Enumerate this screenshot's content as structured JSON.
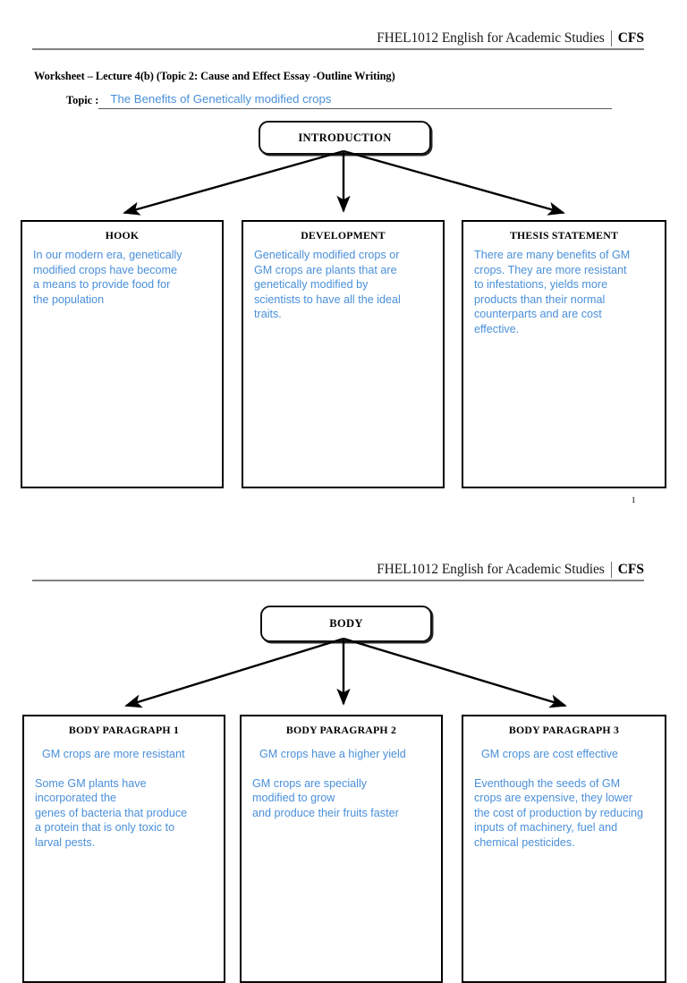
{
  "document": {
    "page_number": "1"
  },
  "header": {
    "course": "FHEL1012 English for Academic Studies",
    "unit": "CFS"
  },
  "worksheet": {
    "title": "Worksheet – Lecture 4(b) (Topic 2: Cause and Effect Essay -Outline Writing)",
    "topic_label": "Topic :",
    "topic_value": "The Benefits of Genetically modified crops"
  },
  "colors": {
    "student_text": "#4a90d9",
    "ink": "#000000",
    "rule": "#808080"
  },
  "section_one": {
    "root_label": "INTRODUCTION",
    "boxes": [
      {
        "title": "HOOK",
        "body": "In our modern era, genetically\nmodified crops have become\na means to provide food for\nthe population"
      },
      {
        "title": "DEVELOPMENT",
        "body": "Genetically modified crops or\nGM crops are plants that are\ngenetically modified by\nscientists to have all the ideal\ntraits."
      },
      {
        "title": "THESIS STATEMENT",
        "body": "There are many benefits of GM\ncrops. They are more resistant\nto infestations, yields more\nproducts than their normal\ncounterparts and are cost\neffective."
      }
    ]
  },
  "section_two": {
    "root_label": "BODY",
    "boxes": [
      {
        "title": "BODY PARAGRAPH 1",
        "topic_sentence": "GM crops are more resistant",
        "body": "Some GM plants have\nincorporated the\ngenes of bacteria that produce\na protein that is only toxic to\nlarval pests."
      },
      {
        "title": "BODY PARAGRAPH 2",
        "topic_sentence": "GM crops have a higher yield",
        "body": "GM crops are specially\nmodified to grow\nand produce their fruits faster"
      },
      {
        "title": "BODY PARAGRAPH 3",
        "topic_sentence": "GM crops are cost effective",
        "body": "Eventhough the seeds of GM\ncrops are expensive, they lower\nthe cost of production by reducing\ninputs of machinery, fuel and\nchemical pesticides."
      }
    ]
  }
}
